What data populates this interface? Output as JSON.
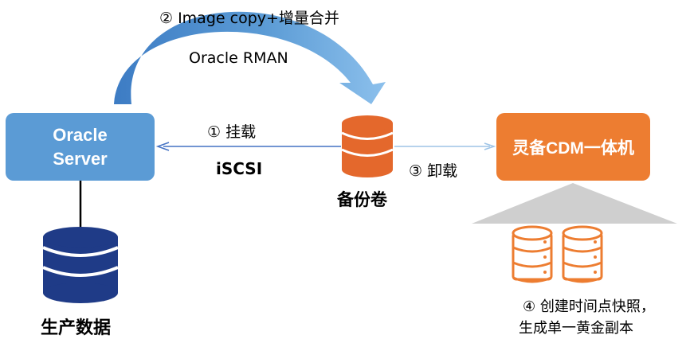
{
  "nodes": {
    "oracle_server": {
      "line1": "Oracle",
      "line2": "Server"
    },
    "cdm": {
      "label": "灵备CDM一体机"
    },
    "backup_volume": {
      "label": "备份卷"
    },
    "production_data": {
      "label": "生产数据"
    }
  },
  "edges": {
    "copy": {
      "label": "② Image copy+增量合并",
      "sublabel": "Oracle RMAN"
    },
    "mount": {
      "label": "① 挂载",
      "protocol": "iSCSI"
    },
    "unmount": {
      "label": "③ 卸载"
    }
  },
  "snapshots": {
    "line1": "④ 创建时间点快照，",
    "line2": "生成单一黄金副本"
  },
  "colors": {
    "oracle_blue": "#5b9bd5",
    "db_navy": "#1f3b87",
    "cdm_orange": "#ed7d31",
    "backup_orange": "#e4682c",
    "arrow_blue": "#4472c4",
    "triangle_gray": "#cfcfcf"
  }
}
